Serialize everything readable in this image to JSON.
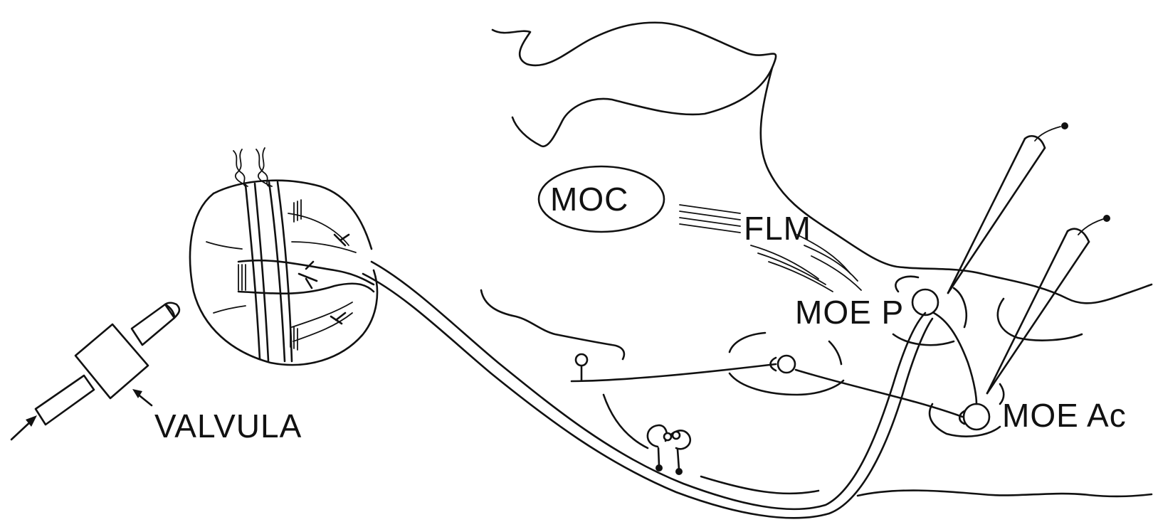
{
  "labels": {
    "moc": "MOC",
    "flm": "FLM",
    "moe_p": "MOE P",
    "moe_ac": "MOE Ac",
    "valvula": "VALVULA"
  },
  "colors": {
    "ink": "#111111",
    "paper": "#ffffff"
  }
}
